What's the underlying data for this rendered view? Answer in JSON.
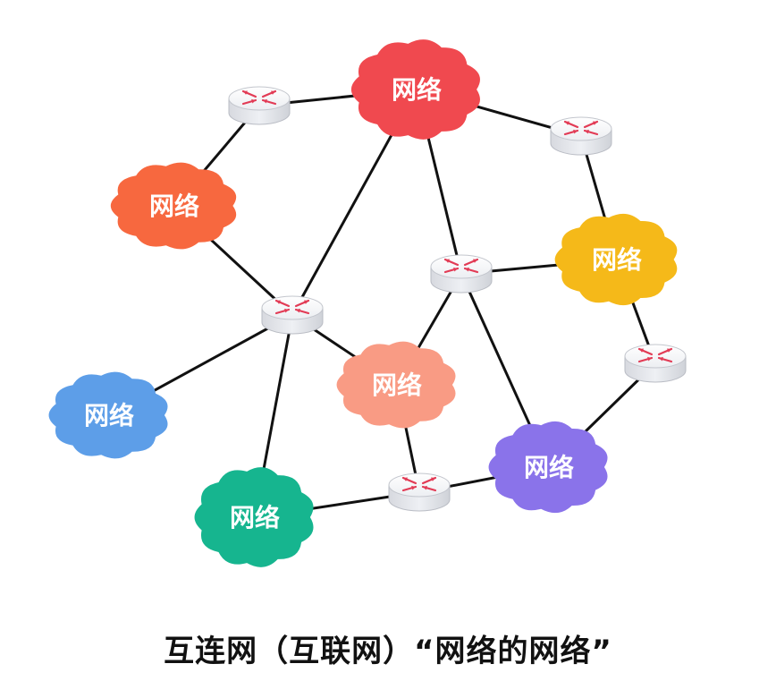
{
  "diagram": {
    "networks": [
      {
        "id": "n-red",
        "label": "网络",
        "color": "#f0494f"
      },
      {
        "id": "n-orange",
        "label": "网络",
        "color": "#f7683f"
      },
      {
        "id": "n-yellow",
        "label": "网络",
        "color": "#f5b919"
      },
      {
        "id": "n-salmon",
        "label": "网络",
        "color": "#f99b84"
      },
      {
        "id": "n-blue",
        "label": "网络",
        "color": "#5d9ee8"
      },
      {
        "id": "n-green",
        "label": "网络",
        "color": "#16b58f"
      },
      {
        "id": "n-purple",
        "label": "网络",
        "color": "#8a73ea"
      }
    ],
    "routers": [
      {
        "id": "r1"
      },
      {
        "id": "r2"
      },
      {
        "id": "r3"
      },
      {
        "id": "r4"
      },
      {
        "id": "r5"
      },
      {
        "id": "r6"
      }
    ],
    "links": [
      [
        "r1",
        "n-red"
      ],
      [
        "r1",
        "n-orange"
      ],
      [
        "n-red",
        "r2"
      ],
      [
        "r2",
        "n-yellow"
      ],
      [
        "n-orange",
        "r3"
      ],
      [
        "n-red",
        "r3"
      ],
      [
        "r3",
        "n-blue"
      ],
      [
        "r3",
        "n-green"
      ],
      [
        "r3",
        "n-salmon"
      ],
      [
        "n-red",
        "r4"
      ],
      [
        "r4",
        "n-yellow"
      ],
      [
        "r4",
        "n-salmon"
      ],
      [
        "r4",
        "n-purple"
      ],
      [
        "n-yellow",
        "r5"
      ],
      [
        "r5",
        "n-purple"
      ],
      [
        "n-salmon",
        "r6"
      ],
      [
        "n-green",
        "r6"
      ],
      [
        "r6",
        "n-purple"
      ]
    ]
  },
  "caption": "互连网（互联网）“网络的网络”"
}
